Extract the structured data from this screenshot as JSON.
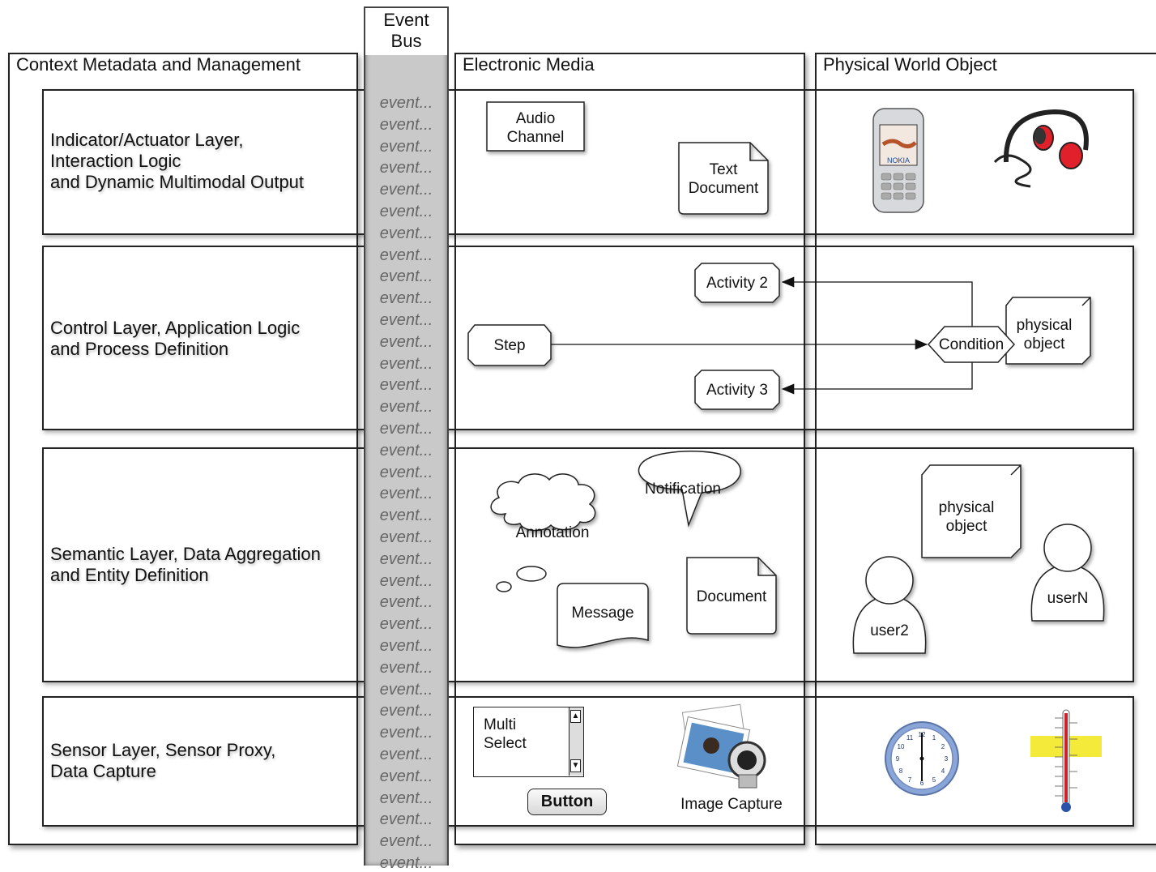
{
  "event_bus": {
    "title": "Event\nBus",
    "event_label": "event..."
  },
  "columns": {
    "context": "Context Metadata and Management",
    "electronic": "Electronic Media",
    "physical": "Physical World Object"
  },
  "layers": [
    {
      "label": "Indicator/Actuator Layer,\nInteraction Logic\nand Dynamic Multimodal Output"
    },
    {
      "label": "Control Layer, Application Logic\nand Process Definition"
    },
    {
      "label": "Semantic Layer, Data Aggregation\nand Entity Definition"
    },
    {
      "label": "Sensor Layer, Sensor Proxy,\nData Capture"
    }
  ],
  "indicator": {
    "audio_channel": "Audio\nChannel",
    "text_document": "Text\nDocument",
    "phone_brand": "NOKIA"
  },
  "control": {
    "activity2": "Activity 2",
    "activity3": "Activity 3",
    "step": "Step",
    "condition": "Condition",
    "physical_object": "physical\nobject"
  },
  "semantic": {
    "notification": "Notification",
    "annotation": "Annotation",
    "message": "Message",
    "document": "Document",
    "physical_object": "physical\nobject",
    "user2": "user2",
    "userN": "userN"
  },
  "sensor": {
    "multi_select": "Multi\nSelect",
    "button": "Button",
    "image_capture": "Image Capture",
    "clock_numbers": [
      "12",
      "1",
      "2",
      "3",
      "4",
      "5",
      "6",
      "7",
      "8",
      "9",
      "10",
      "11"
    ]
  },
  "colors": {
    "bus_gray": "#c9c9c9",
    "event_text": "#666666",
    "headphone_red": "#e0202a",
    "thermo_yellow": "#f4ea3a"
  }
}
